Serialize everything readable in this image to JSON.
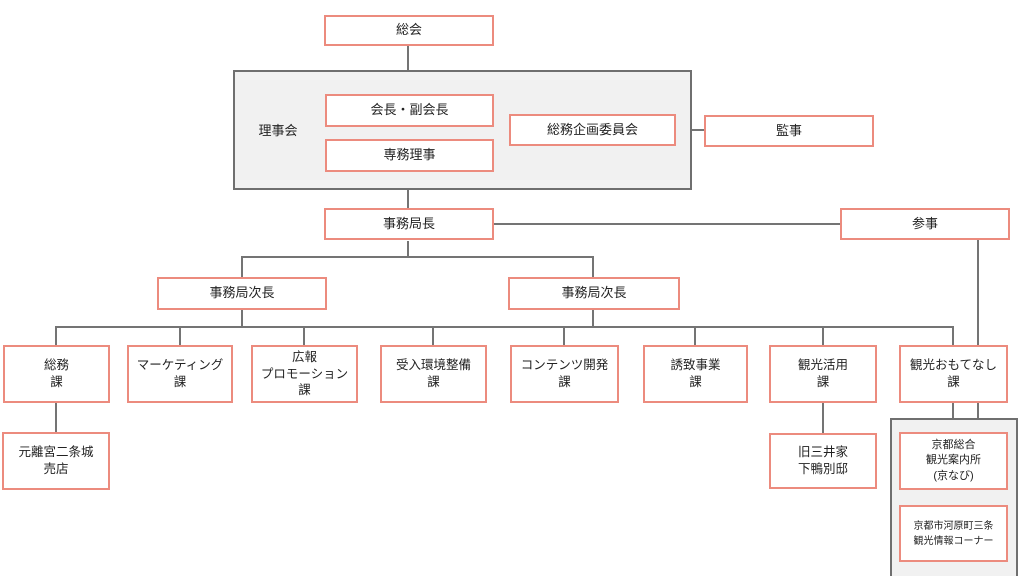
{
  "org_chart": {
    "general_assembly": "総会",
    "board": {
      "container_label": "理事会",
      "chairman_vice_chairman": "会長・副会長",
      "executive_director": "専務理事",
      "general_affairs_planning_committee": "総務企画委員会"
    },
    "auditor": "監事",
    "secretary_general": "事務局長",
    "counselor": "参事",
    "deputy_secretary_general_left": "事務局次長",
    "deputy_secretary_general_right": "事務局次長",
    "departments": [
      {
        "id": "general-affairs",
        "lines": [
          "総務",
          "課"
        ]
      },
      {
        "id": "marketing",
        "lines": [
          "マーケティング",
          "課"
        ]
      },
      {
        "id": "pr-promotion",
        "lines": [
          "広報",
          "プロモーション",
          "課"
        ]
      },
      {
        "id": "reception-environment",
        "lines": [
          "受入環境整備",
          "課"
        ]
      },
      {
        "id": "content-development",
        "lines": [
          "コンテンツ開発",
          "課"
        ]
      },
      {
        "id": "attraction-business",
        "lines": [
          "誘致事業",
          "課"
        ]
      },
      {
        "id": "tourism-utilization",
        "lines": [
          "観光活用",
          "課"
        ]
      },
      {
        "id": "tourism-hospitality",
        "lines": [
          "観光おもてなし",
          "課"
        ]
      }
    ],
    "sub_offices": {
      "nijo_castle_shop": {
        "lines": [
          "元離宮二条城",
          "売店"
        ]
      },
      "mitsui_shimogamo_villa": {
        "lines": [
          "旧三井家",
          "下鴨別邸"
        ]
      },
      "kyonavi": {
        "lines": [
          "京都総合",
          "観光案内所",
          "(京なび)"
        ]
      },
      "kawaramachi_info": {
        "lines": [
          "京都市河原町三条",
          "観光情報コーナー"
        ]
      }
    },
    "colors": {
      "box_border": "#ec8b7e",
      "container_fill": "#f1f1f1",
      "container_border": "#6f6f6f",
      "connector": "#747474",
      "text": "#222222"
    }
  }
}
